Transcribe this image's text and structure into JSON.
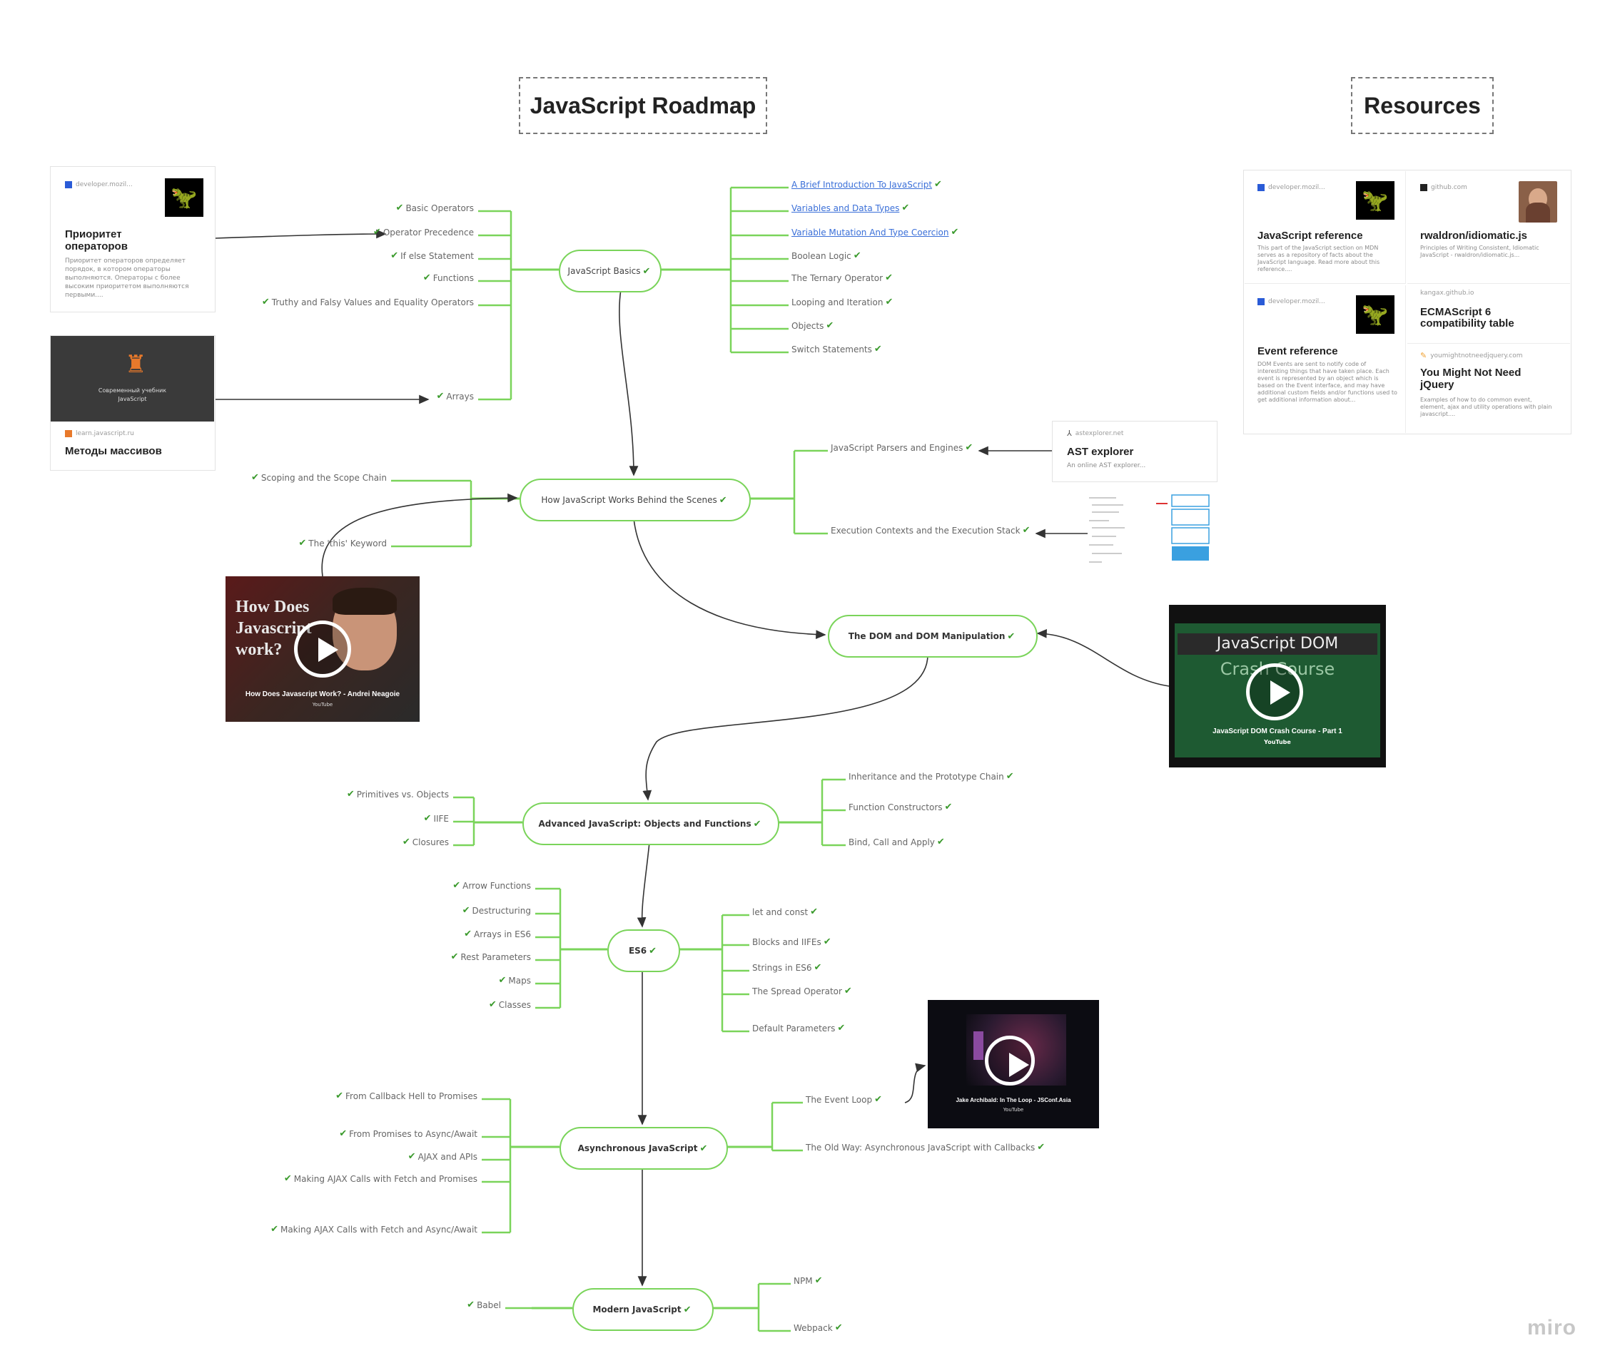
{
  "titles": {
    "roadmap": "JavaScript Roadmap",
    "resources": "Resources"
  },
  "colors": {
    "line": "#7ad45a",
    "check": "#3a9a2c",
    "link": "#3a6fd8",
    "arrow": "#333333"
  },
  "check_icon": "✔",
  "hubs": {
    "basics": "JavaScript Basics",
    "behind": "How JavaScript Works Behind the Scenes",
    "dom": "The DOM and DOM Manipulation",
    "advanced": "Advanced JavaScript: Objects and Functions",
    "es6": "ES6",
    "async": "Asynchronous JavaScript",
    "modern": "Modern JavaScript"
  },
  "basics_left": [
    "Basic Operators",
    "Operator Precedence",
    "If else Statement",
    "Functions",
    "Truthy and Falsy Values and Equality Operators",
    "Arrays"
  ],
  "basics_right": [
    "A Brief Introduction To JavaScript",
    "Variables and Data Types",
    "Variable Mutation And Type Coercion",
    "Boolean Logic",
    "The Ternary Operator",
    "Looping and Iteration",
    "Objects",
    "Switch Statements"
  ],
  "behind_left": [
    "Scoping and the Scope Chain",
    "The 'this' Keyword"
  ],
  "behind_right": [
    "JavaScript Parsers and Engines",
    "Execution Contexts and the Execution Stack"
  ],
  "advanced_left": [
    "Primitives vs. Objects",
    "IIFE",
    "Closures"
  ],
  "advanced_right": [
    "Inheritance and the Prototype Chain",
    "Function Constructors",
    "Bind, Call and Apply"
  ],
  "es6_left": [
    "Arrow Functions",
    "Destructuring",
    "Arrays in ES6",
    "Rest Parameters",
    "Maps",
    "Classes"
  ],
  "es6_right": [
    "let and const",
    "Blocks and IIFEs",
    "Strings in ES6",
    "The Spread Operator",
    "Default Parameters"
  ],
  "async_left": [
    "From Callback Hell to Promises",
    "From Promises to Async/Await",
    "AJAX and APIs",
    "Making AJAX Calls with Fetch and Promises",
    "Making AJAX Calls with Fetch and Async/Await"
  ],
  "async_right": [
    "The Event Loop",
    "The Old Way: Asynchronous JavaScript with Callbacks"
  ],
  "modern_left": [
    "Babel"
  ],
  "modern_right": [
    "NPM",
    "Webpack"
  ],
  "cards": {
    "precedence": {
      "source": "developer.mozil...",
      "title": "Приоритет операторов",
      "desc": "Приоритет операторов определяет порядок, в котором операторы выполняются. Операторы с более высоким приоритетом выполняются первыми...."
    },
    "arrays": {
      "source": "learn.javascript.ru",
      "title": "Методы массивов",
      "banner_line1": "Современный учебник",
      "banner_line2": "JavaScript"
    },
    "ast": {
      "source": "astexplorer.net",
      "title": "AST explorer",
      "desc": "An online AST explorer..."
    },
    "jsref": {
      "source": "developer.mozil...",
      "title": "JavaScript reference",
      "desc": "This part of the JavaScript section on MDN serves as a repository of facts about the JavaScript language. Read more about this reference...."
    },
    "idiomatic": {
      "source": "github.com",
      "title": "rwaldron/idiomatic.js",
      "desc": "Principles of Writing Consistent, Idiomatic JavaScript - rwaldron/idiomatic.js..."
    },
    "eventref": {
      "source": "developer.mozil...",
      "title": "Event reference",
      "desc": "DOM Events are sent to notify code of interesting things that have taken place. Each event is represented by an object which is based on the Event interface, and may have additional custom fields and/or functions used to get additional information about..."
    },
    "compat": {
      "source": "kangax.github.io",
      "title": "ECMAScript 6 compatibility table"
    },
    "jquery": {
      "source": "youmightnotneedjquery.com",
      "title": "You Might Not Need jQuery",
      "desc": "Examples of how to do common event, element, ajax and utility operations with plain javascript...."
    }
  },
  "videos": {
    "how": {
      "overlay": "How Does Javascript work?",
      "caption": "How Does Javascript Work? - Andrei Neagoie",
      "platform": "YouTube"
    },
    "dom": {
      "overlay1": "JavaScript DOM",
      "overlay2": "Crash Course",
      "caption": "JavaScript DOM Crash Course - Part 1",
      "platform": "YouTube"
    },
    "loop": {
      "caption": "Jake Archibald: In The Loop - JSConf.Asia",
      "platform": "YouTube"
    }
  },
  "watermark": "miro"
}
